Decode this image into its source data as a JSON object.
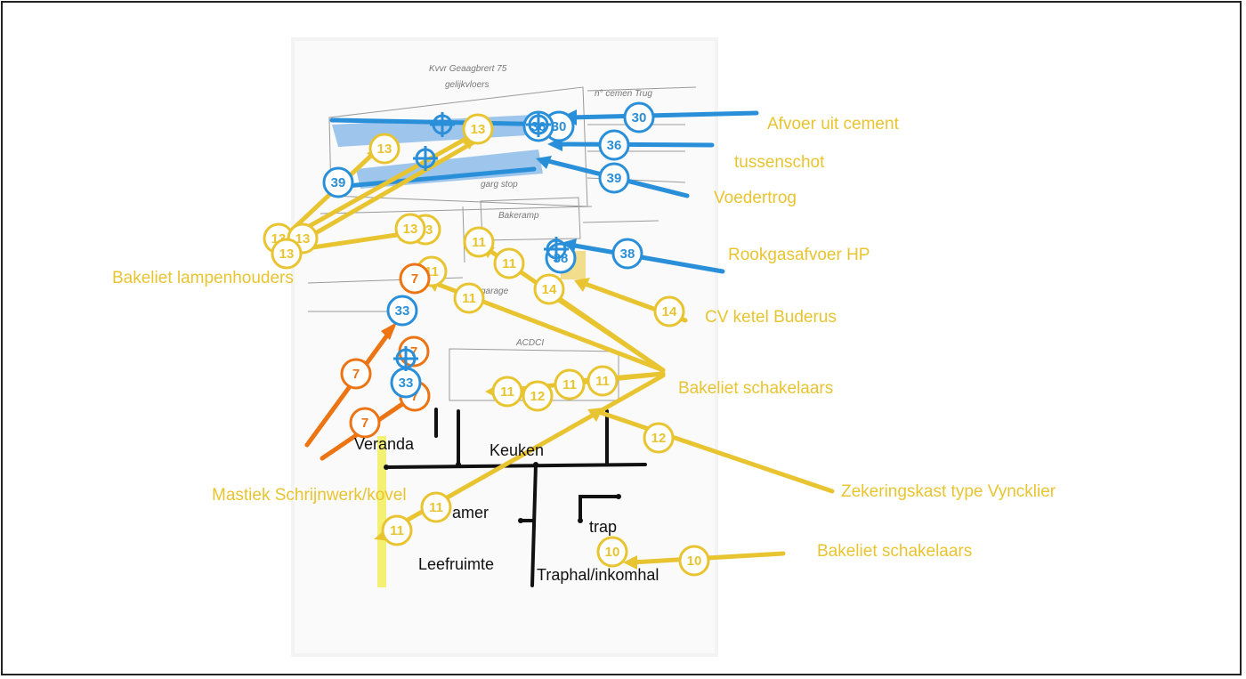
{
  "colors": {
    "yellow": "#e9c431",
    "blue": "#2a8fd9",
    "orange": "#ec7413",
    "black": "#111111"
  },
  "labels": [
    {
      "id": "afvoer",
      "text": "Afvoer uit cement",
      "color": "blue"
    },
    {
      "id": "tussenschot",
      "text": "tussenschot",
      "color": "yellow"
    },
    {
      "id": "voedertrog",
      "text": "Voedertrog",
      "color": "yellow"
    },
    {
      "id": "rookgas",
      "text": "Rookgasafvoer HP",
      "color": "yellow"
    },
    {
      "id": "cv",
      "text": "CV ketel Buderus",
      "color": "yellow"
    },
    {
      "id": "bakeliet_lamp",
      "text": "Bakeliet lampenhouders",
      "color": "yellow"
    },
    {
      "id": "bakeliet_sch1",
      "text": "Bakeliet schakelaars",
      "color": "yellow"
    },
    {
      "id": "zekering",
      "text": "Zekeringskast type Vyncklier",
      "color": "yellow"
    },
    {
      "id": "mastiek",
      "text": "Mastiek Schrijnwerk/kovel",
      "color": "yellow"
    },
    {
      "id": "bakeliet_sch2",
      "text": "Bakeliet schakelaars",
      "color": "yellow"
    }
  ],
  "rooms": [
    {
      "id": "veranda",
      "text": "Veranda"
    },
    {
      "id": "keuken",
      "text": "Keuken"
    },
    {
      "id": "kamer",
      "text": "amer"
    },
    {
      "id": "trap",
      "text": "trap"
    },
    {
      "id": "leefruimte",
      "text": "Leefruimte"
    },
    {
      "id": "traphal",
      "text": "Traphal/inkomhal"
    }
  ],
  "badges": [
    {
      "n": "30",
      "color": "blue"
    },
    {
      "n": "36",
      "color": "blue"
    },
    {
      "n": "39",
      "color": "blue"
    },
    {
      "n": "38",
      "color": "blue"
    },
    {
      "n": "14",
      "color": "yellow"
    },
    {
      "n": "11",
      "color": "yellow"
    },
    {
      "n": "12",
      "color": "yellow"
    },
    {
      "n": "10",
      "color": "yellow"
    },
    {
      "n": "13",
      "color": "yellow"
    },
    {
      "n": "7",
      "color": "orange"
    },
    {
      "n": "33",
      "color": "blue"
    }
  ]
}
